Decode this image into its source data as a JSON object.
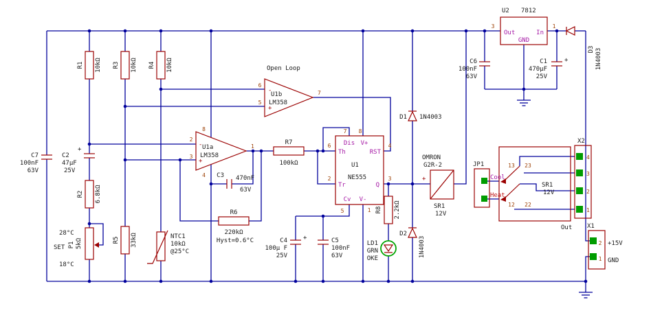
{
  "colors": {
    "wire": "#00009c",
    "symbol": "#9b0000",
    "pad_green": "#009c00",
    "pin_number": "#9b3d00",
    "pin_name_magenta": "#a519a5",
    "heat_red": "#c01818",
    "led_green": "#00a400"
  },
  "c": {
    "c7": {
      "name": "C7",
      "value": "100nF",
      "volt": "63V"
    },
    "c2": {
      "name": "C2",
      "value": "47µF",
      "volt": "25V",
      "plus": "+"
    },
    "r1": {
      "name": "R1",
      "value": "10kΩ"
    },
    "r2": {
      "name": "R2",
      "value": "6.8kΩ"
    },
    "r3": {
      "name": "R3",
      "value": "10kΩ"
    },
    "r4": {
      "name": "R4",
      "value": "10kΩ"
    },
    "r5": {
      "name": "R5",
      "value": "33kΩ"
    },
    "r6": {
      "name": "R6",
      "value": "220kΩ",
      "note": "Hyst=0.6°C"
    },
    "r7": {
      "name": "R7",
      "value": "100kΩ"
    },
    "r8": {
      "name": "R8",
      "value": "2.2kΩ"
    },
    "p1": {
      "name": "P1",
      "value": "5kΩ",
      "set": "SET",
      "high": "28°C",
      "low": "18°C"
    },
    "ntc1": {
      "name": "NTC1",
      "value": "10kΩ",
      "note": "@25°C"
    },
    "c3": {
      "name": "C3",
      "value": "470nF",
      "volt": "63V"
    },
    "c4": {
      "name": "C4",
      "value": "100µ F",
      "volt": "25V",
      "plus": "+"
    },
    "c5": {
      "name": "C5",
      "value": "100nF",
      "volt": "63V"
    },
    "c6": {
      "name": "C6",
      "value": "100nF",
      "volt": "63V"
    },
    "c1": {
      "name": "C1",
      "value": "470µF",
      "volt": "25V",
      "plus": "+"
    },
    "u1a": {
      "name": "U1a",
      "part": "LM358",
      "p2": "2",
      "p3": "3",
      "p1": "1",
      "p8": "8",
      "p4": "4",
      "minus": "-",
      "plus": "+"
    },
    "u1b": {
      "name": "U1b",
      "part": "LM358",
      "p6": "6",
      "p5": "5",
      "p7": "7",
      "minus": "-",
      "plus": "+",
      "note": "Open Loop"
    },
    "u1": {
      "name": "U1",
      "part": "NE555",
      "dis": "Dis",
      "vp": "V+",
      "th": "Th",
      "rst": "RST",
      "tr": "Tr",
      "q": "Q",
      "cv": "Cv",
      "vm": "V-",
      "n7": "7",
      "n8": "8",
      "n6": "6",
      "n4": "4",
      "n2": "2",
      "n3": "3",
      "n5": "5",
      "n1": "1"
    },
    "u2": {
      "name": "U2",
      "part": "7812",
      "out": "Out",
      "in": "In",
      "gnd": "GND",
      "n3": "3",
      "n1": "1"
    },
    "d1": {
      "name": "D1",
      "value": "1N4003"
    },
    "d2": {
      "name": "D2",
      "value": "1N4003"
    },
    "d3": {
      "name": "D3",
      "value": "1N4003"
    },
    "ld1": {
      "name": "LD1",
      "color": "GRN",
      "brand": "OKE"
    },
    "k1": {
      "maker": "OMRON",
      "model": "G2R-2",
      "name": "SR1",
      "value": "12V",
      "plus": "+"
    },
    "k1c": {
      "name": "SR1",
      "value": "12V",
      "n13": "13",
      "n23": "23",
      "n12": "12",
      "n22": "22",
      "out": "Out"
    },
    "jp1": {
      "name": "JP1",
      "opt1": "Cool",
      "opt2": "Heat"
    },
    "x2": {
      "name": "X2",
      "n4": "4",
      "n3": "3",
      "n2": "2",
      "n1": "1"
    },
    "x1": {
      "name": "X1",
      "n2": "2",
      "n1": "1",
      "v": "+15V",
      "g": "GND"
    }
  }
}
